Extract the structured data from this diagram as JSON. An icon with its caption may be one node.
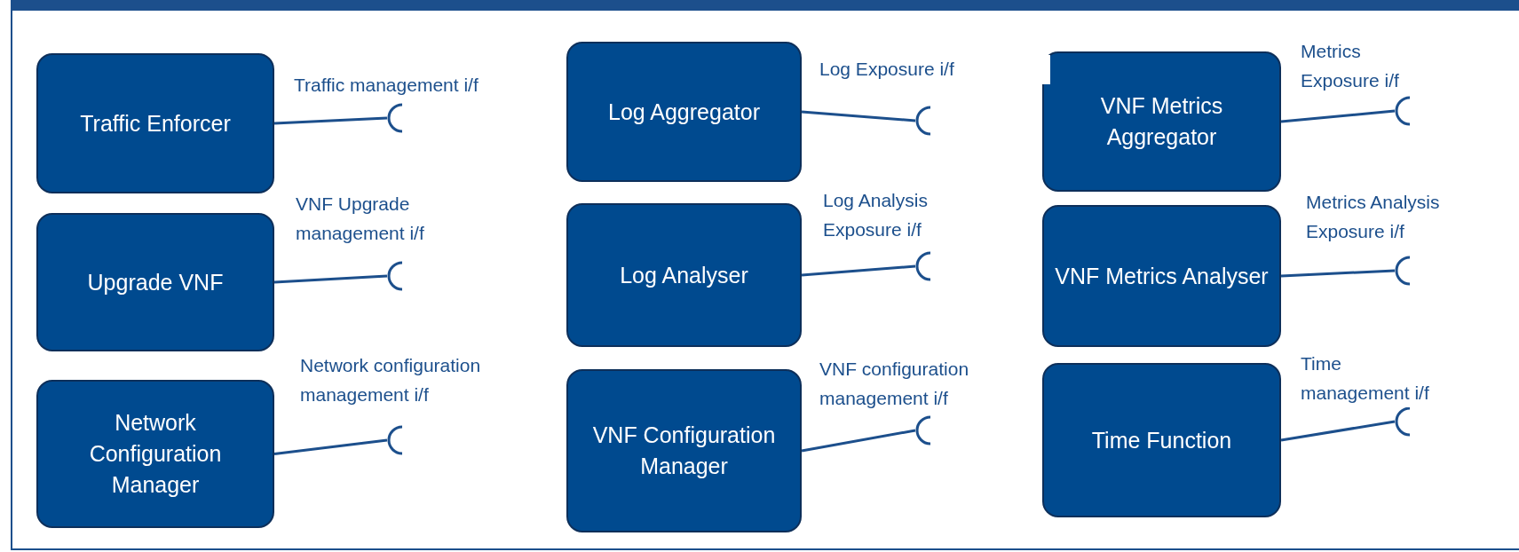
{
  "diagram": {
    "nodes": [
      {
        "text": [
          "Traffic Enforcer"
        ]
      },
      {
        "text": [
          "Log Aggregator"
        ]
      },
      {
        "text": [
          "VNF Metrics Aggregator"
        ]
      },
      {
        "text": [
          "Upgrade VNF"
        ]
      },
      {
        "text": [
          "Log Analyser"
        ]
      },
      {
        "text": [
          "VNF Metrics Analyser"
        ]
      },
      {
        "text": [
          "Network Configuration Manager"
        ]
      },
      {
        "text": [
          "VNF Configuration Manager"
        ]
      },
      {
        "text": [
          "Time Function"
        ]
      },
      {
        "text": [],
        "shape": "socket"
      },
      {
        "text": [],
        "shape": "socket"
      },
      {
        "text": [],
        "shape": "socket"
      },
      {
        "text": [],
        "shape": "socket"
      },
      {
        "text": [],
        "shape": "socket"
      },
      {
        "text": [],
        "shape": "socket"
      },
      {
        "text": [],
        "shape": "socket"
      },
      {
        "text": [],
        "shape": "socket"
      },
      {
        "text": [],
        "shape": "socket"
      }
    ],
    "edges": [
      {
        "from": 0,
        "to": 9,
        "arrow": "none",
        "label": "Traffic management i/f"
      },
      {
        "from": 1,
        "to": 10,
        "arrow": "none",
        "label": "Log Exposure i/f"
      },
      {
        "from": 2,
        "to": 11,
        "arrow": "none",
        "label": "Metrics Exposure i/f"
      },
      {
        "from": 3,
        "to": 12,
        "arrow": "none",
        "label": "VNF Upgrade management i/f"
      },
      {
        "from": 4,
        "to": 13,
        "arrow": "none",
        "label": "Log Analysis Exposure i/f"
      },
      {
        "from": 5,
        "to": 14,
        "arrow": "none",
        "label": "Metrics Analysis Exposure i/f"
      },
      {
        "from": 6,
        "to": 15,
        "arrow": "none",
        "label": "Network configuration management i/f"
      },
      {
        "from": 7,
        "to": 16,
        "arrow": "none",
        "label": "VNF configuration management i/f"
      },
      {
        "from": 8,
        "to": 17,
        "arrow": "none",
        "label": "Time management i/f"
      }
    ]
  }
}
